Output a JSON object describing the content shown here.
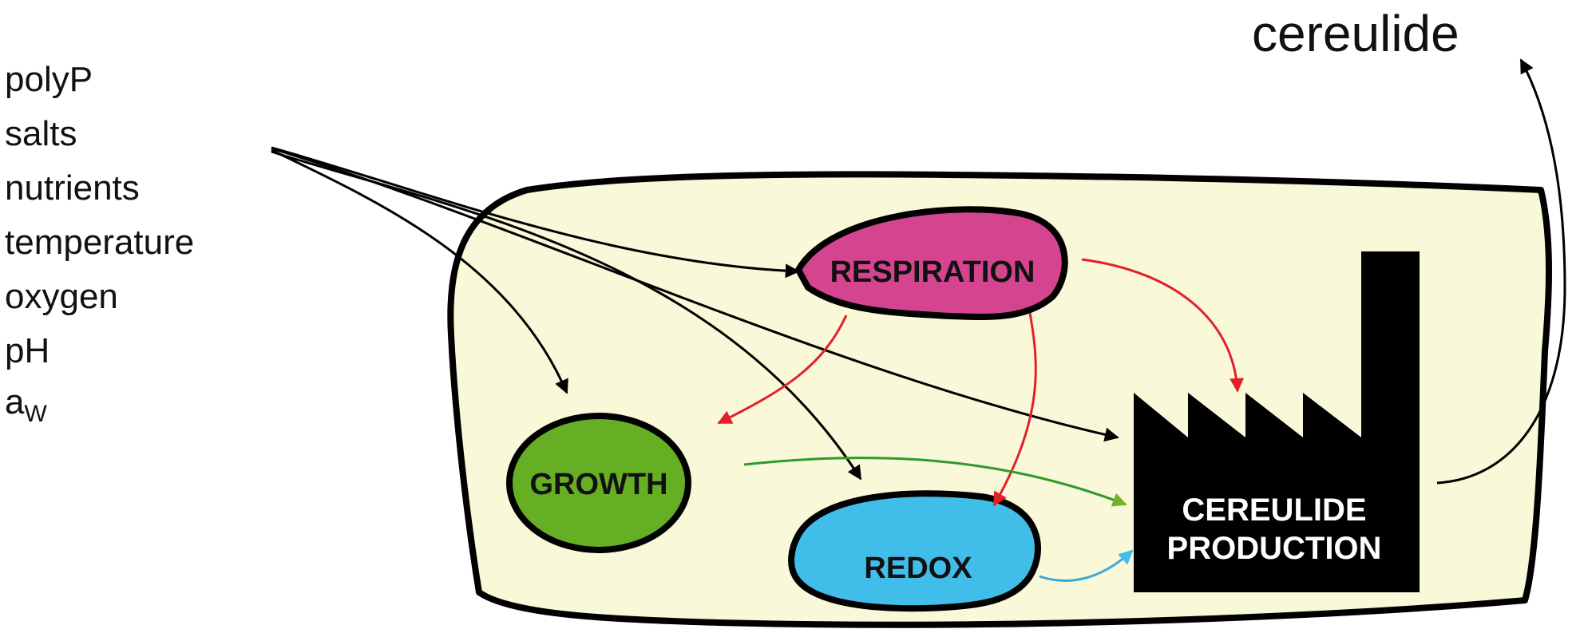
{
  "factors": [
    {
      "main": "polyP",
      "sub": ""
    },
    {
      "main": "salts",
      "sub": ""
    },
    {
      "main": "nutrients",
      "sub": ""
    },
    {
      "main": "temperature",
      "sub": ""
    },
    {
      "main": "oxygen",
      "sub": ""
    },
    {
      "main": "pH",
      "sub": ""
    },
    {
      "main": "a",
      "sub": "W"
    }
  ],
  "output": "cereulide",
  "nodes": {
    "respiration": {
      "label": "RESPIRATION",
      "color": "#d4448f"
    },
    "growth": {
      "label": "GROWTH",
      "color": "#66ae24"
    },
    "redox": {
      "label": "REDOX",
      "color": "#41bde9"
    }
  },
  "factory": {
    "line1": "CEREULIDE",
    "line2": "PRODUCTION",
    "color": "#000000"
  },
  "colors": {
    "cell_fill": "#f9f8d8",
    "outline": "#000000",
    "arrow_black": "#000000",
    "arrow_red": "#e3202a",
    "arrow_green": "#2e9a2a",
    "arrow_blue": "#3aa9d9"
  }
}
